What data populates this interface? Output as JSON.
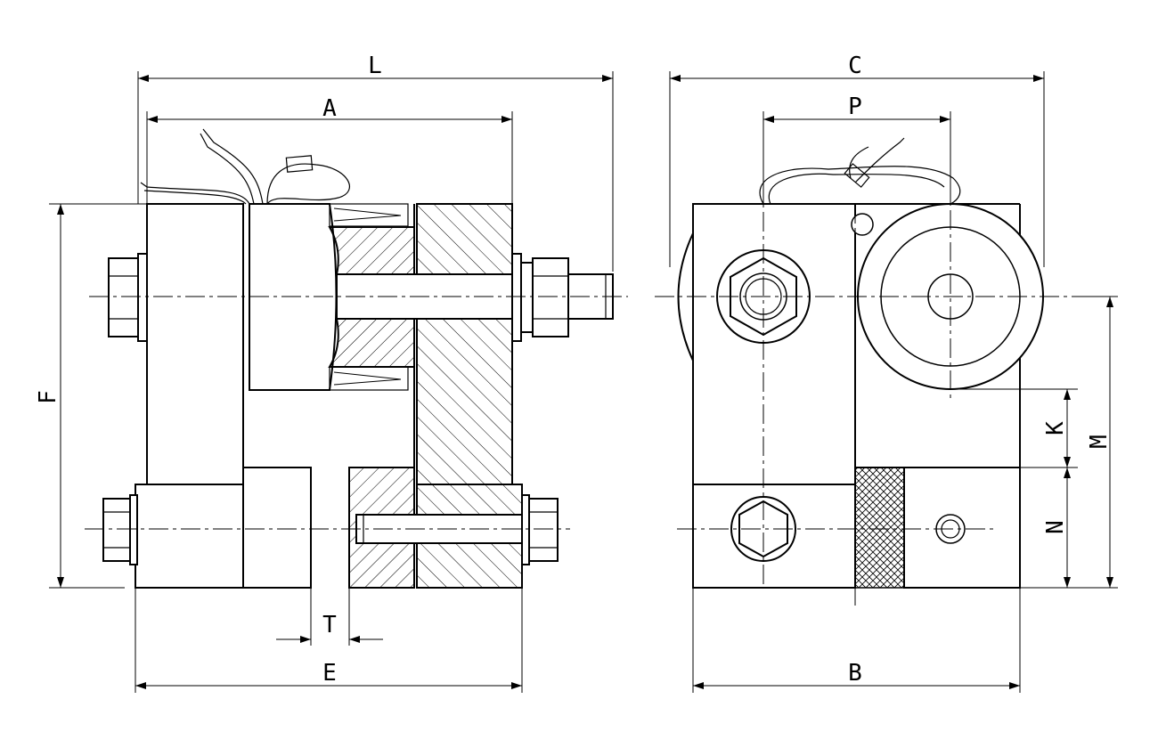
{
  "drawing": {
    "labels": {
      "L": "L",
      "A": "A",
      "F": "F",
      "T": "T",
      "E": "E",
      "C": "C",
      "P": "P",
      "K": "K",
      "M": "M",
      "N": "N",
      "B": "B"
    }
  }
}
